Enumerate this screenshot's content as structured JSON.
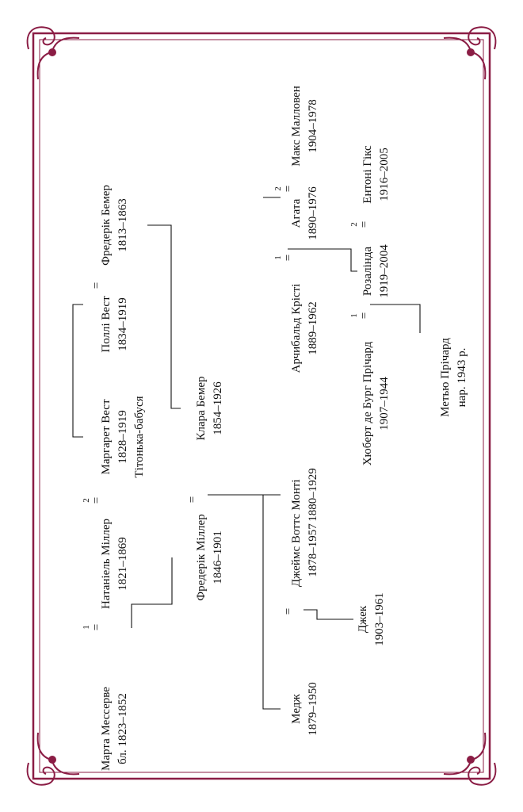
{
  "colors": {
    "frame": "#8b1d45",
    "text": "#111111",
    "background": "#ffffff"
  },
  "marriage_symbol": "=",
  "people": {
    "marta": {
      "name": "Марта Мессерве",
      "dates": "бл. 1823–1852"
    },
    "nathaniel": {
      "name": "Натаніель Міллер",
      "dates": "1821–1869"
    },
    "margaret": {
      "name": "Маргарет Вест",
      "dates": "1828–1919",
      "note": "Тітонька-бабуся"
    },
    "polly": {
      "name": "Поллі Вест",
      "dates": "1834–1919"
    },
    "fboehmer": {
      "name": "Фредерік Бемер",
      "dates": "1813–1863"
    },
    "fmiller": {
      "name": "Фредерік Міллер",
      "dates": "1846–1901"
    },
    "clara": {
      "name": "Клара Бемер",
      "dates": "1854–1926"
    },
    "madge": {
      "name": "Медж",
      "dates": "1879–1950"
    },
    "james": {
      "name": "Джеймс Воттс",
      "dates": "1878–1957"
    },
    "monty": {
      "name": "Монті",
      "dates": "1880–1929"
    },
    "archibald": {
      "name": "Арчибальд Крісті",
      "dates": "1889–1962"
    },
    "agatha": {
      "name": "Агата",
      "dates": "1890–1976"
    },
    "max": {
      "name": "Макс Малловен",
      "dates": "1904–1978"
    },
    "jack": {
      "name": "Джек",
      "dates": "1903–1961"
    },
    "hubert": {
      "name": "Хюберт де Бург Прічард",
      "dates": "1907–1944"
    },
    "rosalind": {
      "name": "Розалінда",
      "dates": "1919–2004"
    },
    "anthony": {
      "name": "Ентоні Гікс",
      "dates": "1916–2005"
    },
    "mathew": {
      "name": "Метью Прічард",
      "dates": "нар. 1943 р."
    }
  },
  "marriages": [
    {
      "id": "marta-nathaniel",
      "order": "1"
    },
    {
      "id": "nathaniel-margaret",
      "order": "2"
    },
    {
      "id": "polly-fboehmer",
      "order": ""
    },
    {
      "id": "fmiller-clara",
      "order": ""
    },
    {
      "id": "madge-james",
      "order": ""
    },
    {
      "id": "archibald-agatha",
      "order": "1"
    },
    {
      "id": "agatha-max",
      "order": "2"
    },
    {
      "id": "hubert-rosalind",
      "order": "1"
    },
    {
      "id": "rosalind-anthony",
      "order": "2"
    }
  ]
}
